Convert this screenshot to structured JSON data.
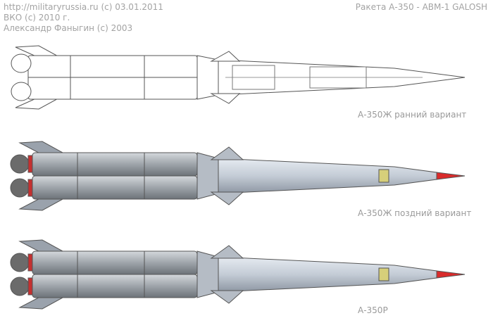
{
  "credits": {
    "line1": "http://militaryrussia.ru (c) 03.01.2011",
    "line2": "ВКО (с) 2010 г.",
    "line3": "Александр Фаныгин (с) 2003"
  },
  "title": "Ракета А-350 - ABM-1 GALOSH",
  "variants": [
    {
      "caption": "А-350Ж ранний вариант",
      "style": "line-drawing"
    },
    {
      "caption": "А-350Ж поздний вариант",
      "style": "colored"
    },
    {
      "caption": "А-350Р",
      "style": "colored"
    }
  ],
  "colors": {
    "body": "#c4ccd6",
    "booster": "#9ea4aa",
    "nose_tip": "#d92b2b",
    "nozzle_ring": "#c53030",
    "window": "#d6cf7a",
    "outline": "#555555"
  }
}
